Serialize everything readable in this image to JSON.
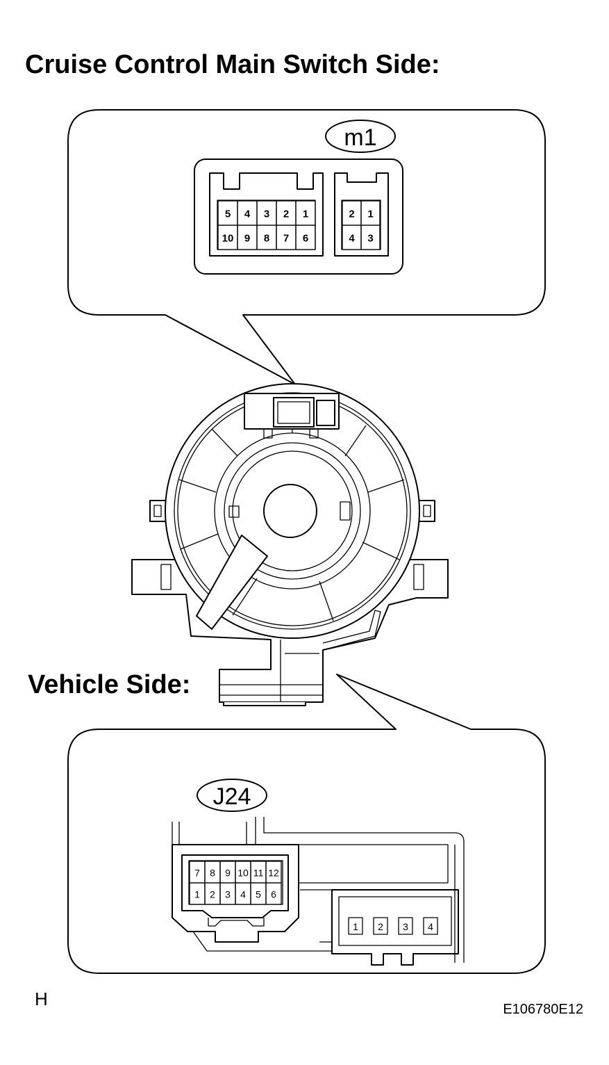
{
  "heading_top": "Cruise Control Main Switch Side:",
  "heading_vehicle": "Vehicle Side:",
  "m1": {
    "label": "m1",
    "left_connector_rows": [
      [
        "5",
        "4",
        "3",
        "2",
        "1"
      ],
      [
        "10",
        "9",
        "8",
        "7",
        "6"
      ]
    ],
    "right_connector_rows": [
      [
        "2",
        "1"
      ],
      [
        "4",
        "3"
      ]
    ]
  },
  "j24": {
    "label": "J24",
    "left_connector_rows": [
      [
        "7",
        "8",
        "9",
        "10",
        "11",
        "12"
      ],
      [
        "1",
        "2",
        "3",
        "4",
        "5",
        "6"
      ]
    ],
    "right_connector_pins": [
      "1",
      "2",
      "3",
      "4"
    ]
  },
  "corner_letter": "H",
  "figure_code": "E106780E12"
}
